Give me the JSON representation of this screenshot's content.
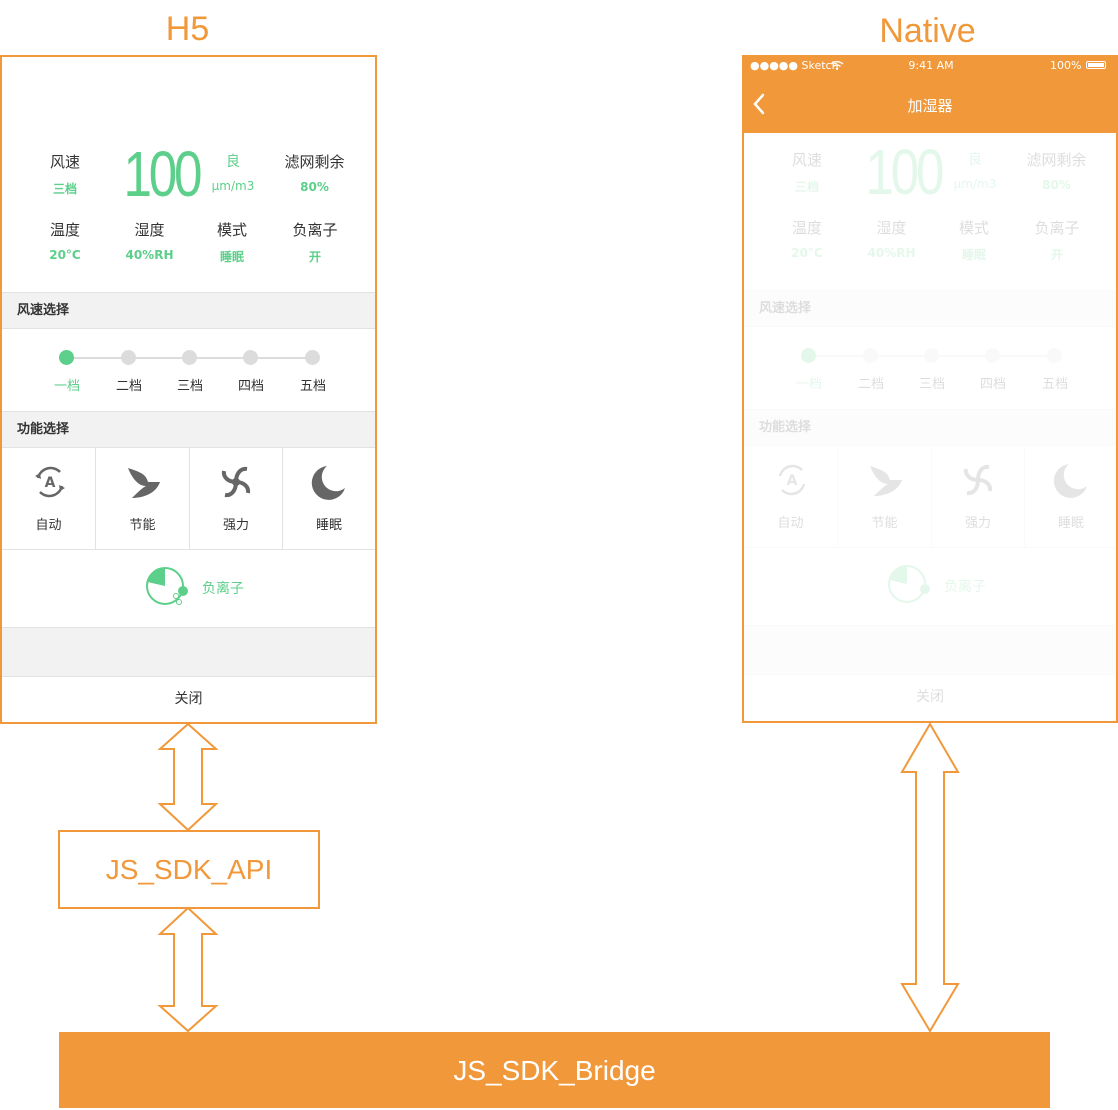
{
  "h5": {
    "title": "H5",
    "stats": {
      "wind_label": "风速",
      "wind_value": "三档",
      "pm_value": "100",
      "quality": "良",
      "unit": "µm/m3",
      "filter_label": "滤网剩余",
      "filter_value": "80%",
      "temp_label": "温度",
      "temp_value": "20°C",
      "humidity_label": "湿度",
      "humidity_value": "40%RH",
      "mode_label": "模式",
      "mode_value": "睡眠",
      "ion_label": "负离子",
      "ion_value": "开"
    },
    "speed_section": "风速选择",
    "speed_levels": [
      "一档",
      "二档",
      "三档",
      "四档",
      "五档"
    ],
    "selected_level": 0,
    "function_section": "功能选择",
    "functions": [
      "自动",
      "节能",
      "强力",
      "睡眠"
    ],
    "ion_button": "负离子",
    "close_button": "关闭"
  },
  "native": {
    "title": "Native",
    "status": {
      "carrier": "●●●●● Sketch",
      "time": "9:41 AM",
      "battery": "100%"
    },
    "nav_title": "加湿器"
  },
  "diagram": {
    "api_label": "JS_SDK_API",
    "bridge_label": "JS_SDK_Bridge"
  },
  "colors": {
    "accent": "#f0983a",
    "green": "#5ccf8a",
    "icon_gray": "#666666"
  }
}
